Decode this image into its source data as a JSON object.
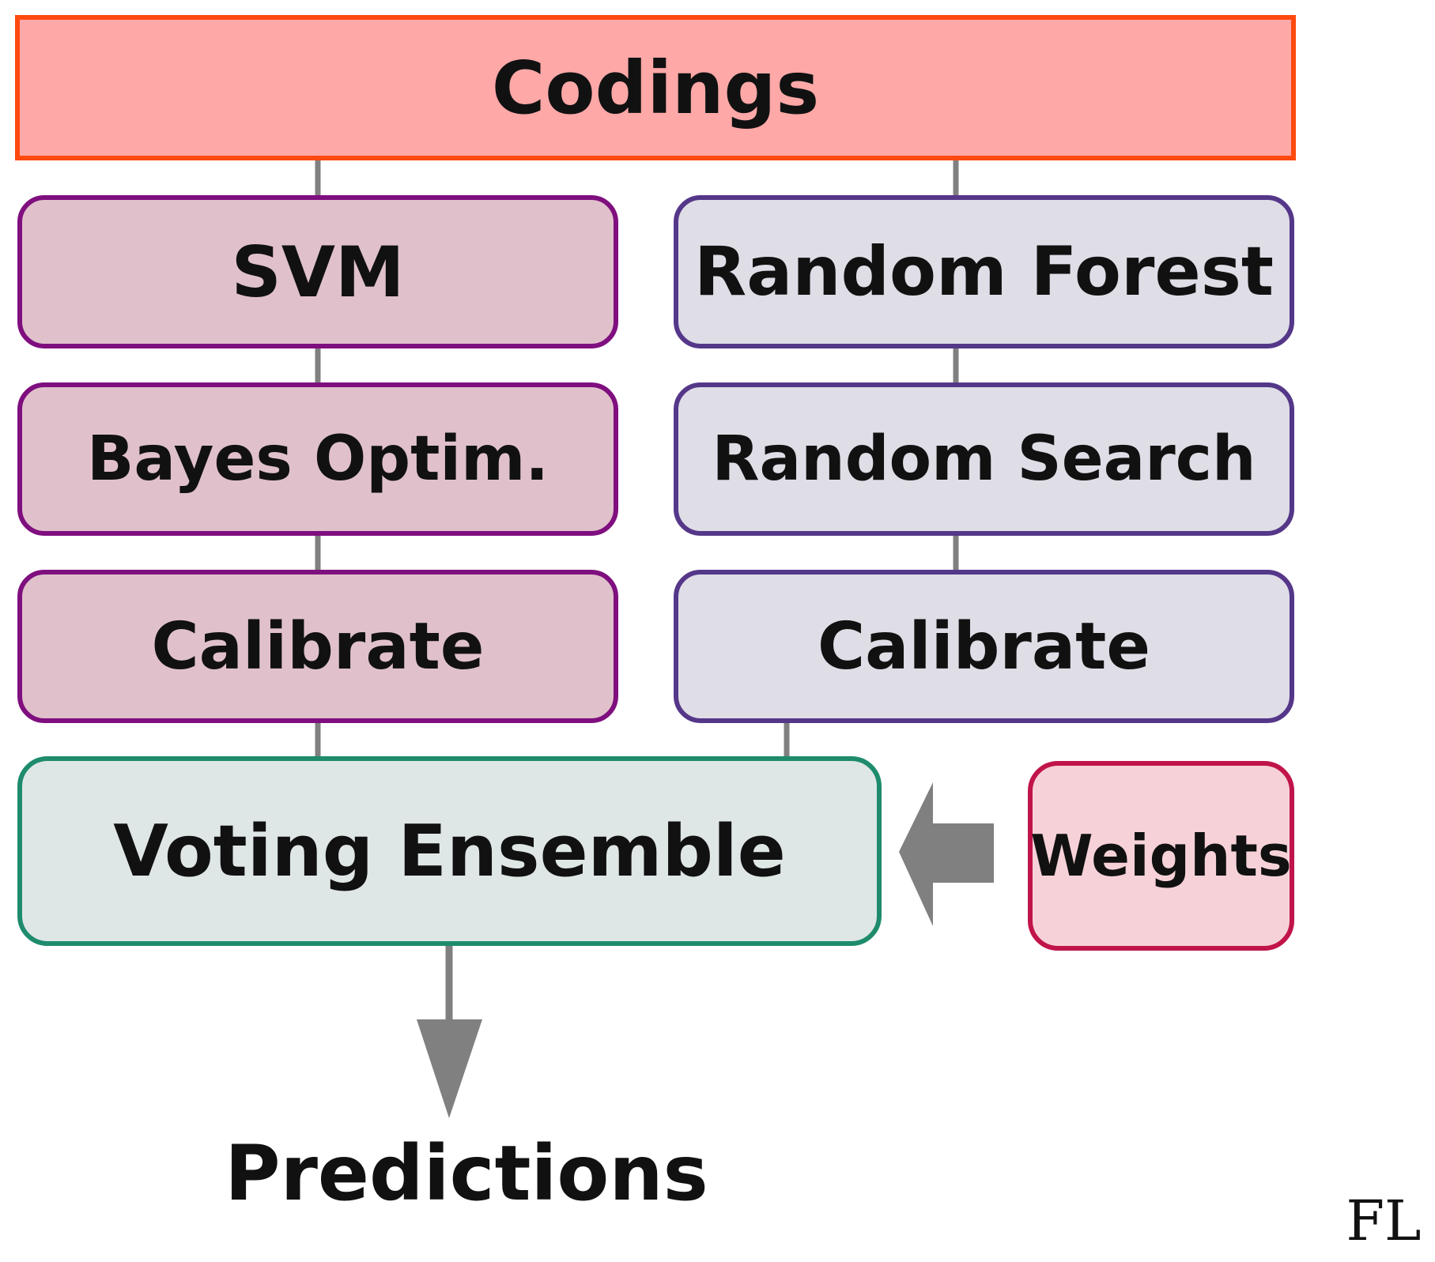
{
  "diagram": {
    "codings": {
      "label": "Codings"
    },
    "svm_branch": {
      "model": {
        "label": "SVM"
      },
      "tuning": {
        "label": "Bayes Optim."
      },
      "calibrate": {
        "label": "Calibrate"
      }
    },
    "rf_branch": {
      "model": {
        "label": "Random Forest"
      },
      "tuning": {
        "label": "Random Search"
      },
      "calibrate": {
        "label": "Calibrate"
      }
    },
    "ensemble": {
      "label": "Voting Ensemble"
    },
    "weights": {
      "label": "Weights"
    },
    "output": {
      "label": "Predictions"
    },
    "corner_mark": "FL"
  },
  "colors": {
    "codings_fill": "#ffa8a8",
    "codings_stroke": "#ff4a0f",
    "svm_fill": "#e0c1cb",
    "svm_stroke": "#7f0f7f",
    "rf_fill": "#dfdde6",
    "rf_stroke": "#553789",
    "vote_fill": "#dfe6e6",
    "vote_stroke": "#1e8c6c",
    "weights_fill": "#f6d2d8",
    "weights_stroke": "#c0144a",
    "connector": "#808080",
    "text": "#111111"
  }
}
